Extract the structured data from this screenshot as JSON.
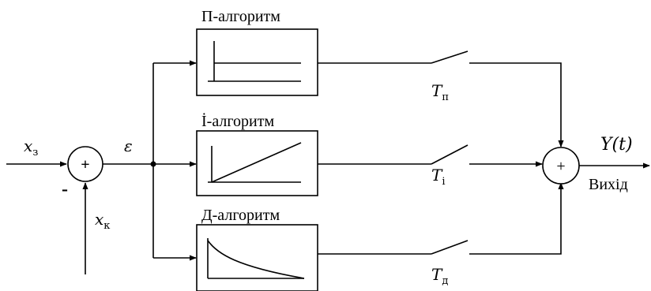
{
  "diagram": {
    "blocks": [
      {
        "id": "p",
        "title": "П-алгоритм",
        "response": "step"
      },
      {
        "id": "i",
        "title": "İ-алгоритм",
        "response": "ramp"
      },
      {
        "id": "d",
        "title": "Д-алгоритм",
        "response": "decay"
      }
    ],
    "inputs": {
      "setpoint": {
        "symbol": "x",
        "subscript": "з"
      },
      "feedback": {
        "symbol": "x",
        "subscript": "к"
      },
      "error": {
        "symbol": "ε"
      },
      "minus_sign": "-"
    },
    "summers": {
      "input_sum_sign": "+",
      "output_sum_sign": "+"
    },
    "switches": [
      {
        "symbol": "T",
        "subscript": "п"
      },
      {
        "symbol": "T",
        "subscript": "і"
      },
      {
        "symbol": "T",
        "subscript": "д"
      }
    ],
    "output": {
      "signal": "Y(t)",
      "label": "Вихід"
    }
  }
}
